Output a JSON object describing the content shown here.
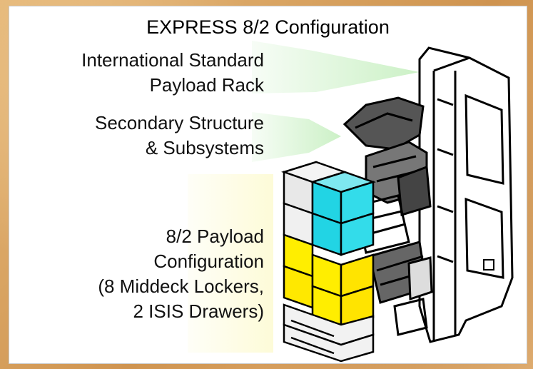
{
  "title": "EXPRESS 8/2 Configuration",
  "labels": {
    "rack": [
      "International Standard",
      "Payload Rack"
    ],
    "secondary": [
      "Secondary Structure",
      "& Subsystems"
    ],
    "payload": [
      "8/2 Payload",
      "Configuration",
      "(8 Middeck Lockers,",
      "2 ISIS Drawers)"
    ]
  },
  "colors": {
    "pointer_green": "#c9f0c3",
    "highlight_yellow": "#fdfbd8",
    "locker_cyan": "#33dcea",
    "locker_yellow": "#ffee00",
    "locker_white": "#f2f2f2"
  }
}
